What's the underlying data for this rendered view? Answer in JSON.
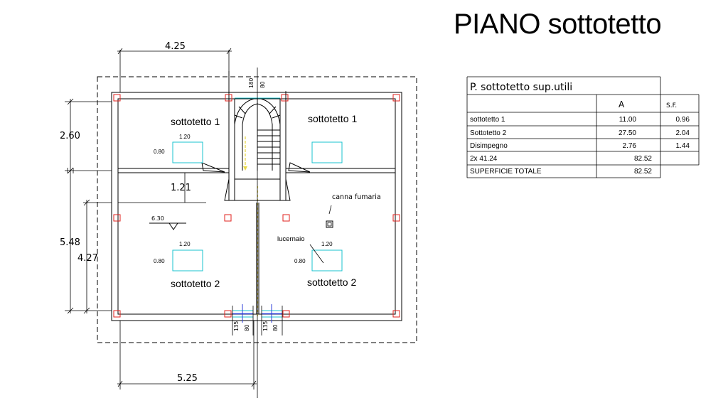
{
  "title": "PIANO sottotetto",
  "plan": {
    "rooms": {
      "top_left": "sottotetto 1",
      "top_right": "sottotetto 1",
      "bottom_left": "sottotetto 2",
      "bottom_right": "sottotetto 2"
    },
    "dimensions": {
      "top_width": "4.25",
      "bottom_width": "5.25",
      "left_upper": "2.60",
      "left_total": "5.48",
      "left_lower": "4.27",
      "middle": "1.21",
      "stair_top_a": "180",
      "stair_top_b": "80",
      "door_a_1": "135",
      "door_a_2": "80",
      "door_b_1": "135",
      "door_b_2": "80"
    },
    "skylights": {
      "width_label": "1.20",
      "height_label": "0.80"
    },
    "elevation": "6.30",
    "labels": {
      "chimney": "canna fumaria",
      "skylight": "lucernaio"
    }
  },
  "table": {
    "title": "P. sottotetto sup.utili",
    "col_area": "A",
    "col_sf": "S.F.",
    "rows": [
      {
        "name": "sottotetto 1",
        "area": "11.00",
        "sf": "0.96"
      },
      {
        "name": "Sottotetto 2",
        "area": "27.50",
        "sf": "2.04"
      },
      {
        "name": "Disimpegno",
        "area": "2.76",
        "sf": "1.44"
      },
      {
        "name": "2x 41.24",
        "area": "82.52",
        "sf": ""
      },
      {
        "name": "SUPERFICIE TOTALE",
        "area": "82.52",
        "sf": ""
      }
    ]
  },
  "colors": {
    "lines": "#000000",
    "columns": "#e0211c",
    "skylights": "#19c3cf",
    "stair_arrow": "#e8d94a",
    "doors_blue": "#2b3ed8"
  }
}
